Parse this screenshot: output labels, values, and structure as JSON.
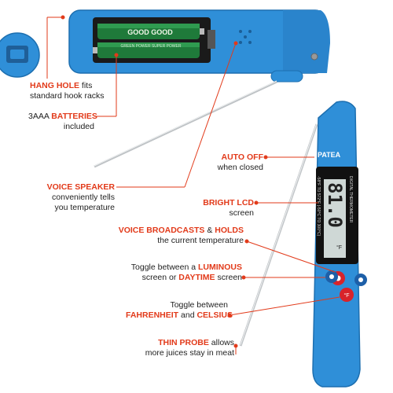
{
  "brand": "PATEA",
  "device_caption": "DIGITAL THERMOMETER",
  "range_caption": "-58°F TO 572°F (-50°C TO 300°C)",
  "lcd_reading": "81.0",
  "lcd_unit": "°F",
  "battery_brand": "GOOD GOOD",
  "battery_caption": "GREEN POWER SUPER POWER",
  "callouts": {
    "hang_hole": {
      "key": "HANG HOLE",
      "rest": " fits",
      "line2": "standard hook racks"
    },
    "batteries": {
      "pre": "3AAA ",
      "key": "BATTERIES",
      "line2": "included"
    },
    "voice_speaker": {
      "key": "VOICE SPEAKER",
      "line2": "conveniently tells",
      "line3": "you temperature"
    },
    "auto_off": {
      "key": "AUTO OFF",
      "line2": "when closed"
    },
    "bright_lcd": {
      "key": "BRIGHT LCD",
      "line2": "screen"
    },
    "voice_holds": {
      "key1": "VOICE BROADCASTS",
      "mid": " & ",
      "key2": "HOLDS",
      "line2": "the current temperature"
    },
    "luminous": {
      "pre": "Toggle between a ",
      "key1": "LUMINOUS",
      "line2_pre": "screen or ",
      "key2": "DAYTIME",
      "line2_post": " screen"
    },
    "units": {
      "line1": "Toggle between",
      "key1": "FAHRENHEIT",
      "mid": " and ",
      "key2": "CELSIUS"
    },
    "probe": {
      "key": "THIN PROBE",
      "rest": " allows",
      "line2": "more juices stay in meat"
    }
  },
  "colors": {
    "body": "#2f8fd8",
    "accent": "#e23a1a",
    "lcd": "#cfd8d6"
  },
  "icons": [
    "hang-hole-icon",
    "voice-button-icon",
    "light-button-icon",
    "unit-button-icon"
  ]
}
